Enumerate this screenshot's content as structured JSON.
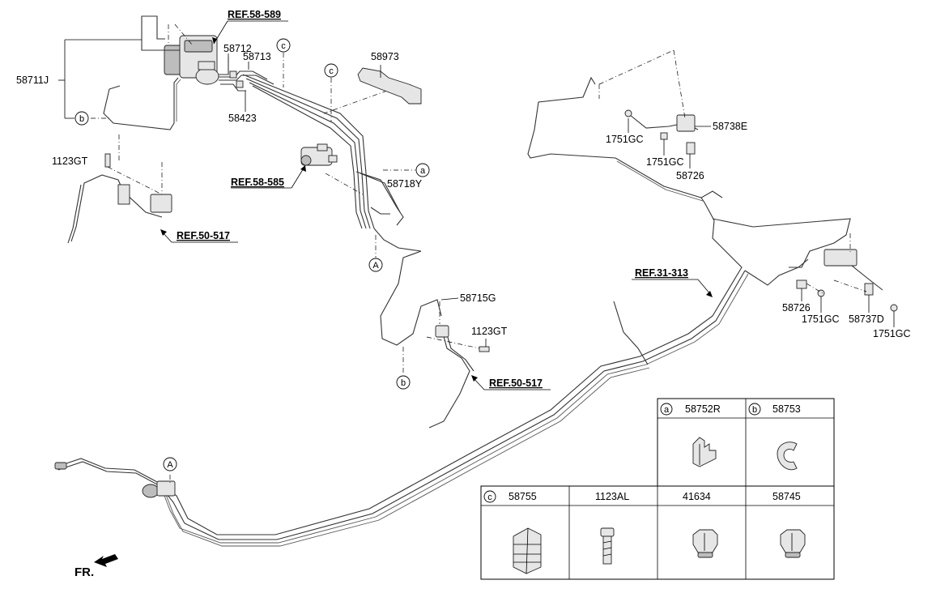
{
  "callouts": {
    "ref_58_589": "REF.58-589",
    "ref_58_585": "REF.58-585",
    "ref_50_517_left": "REF.50-517",
    "ref_50_517_mid": "REF.50-517",
    "ref_31_313": "REF.31-313",
    "p58711J": "58711J",
    "p58712": "58712",
    "p58713": "58713",
    "p58423": "58423",
    "p58973": "58973",
    "p1123GT_left": "1123GT",
    "p1123GT_mid": "1123GT",
    "p58718Y": "58718Y",
    "p58715G": "58715G",
    "p58738E": "58738E",
    "p1751GC_1": "1751GC",
    "p1751GC_2": "1751GC",
    "p1751GC_3": "1751GC",
    "p1751GC_4": "1751GC",
    "p58726_1": "58726",
    "p58726_2": "58726",
    "p58737D": "58737D"
  },
  "markers": {
    "b_left": "b",
    "c_1": "c",
    "c_2": "c",
    "a_right": "a",
    "A_mid": "A",
    "b_mid": "b",
    "A_bottom": "A"
  },
  "front_label": "FR.",
  "legend": {
    "top": [
      {
        "letter": "a",
        "part": "58752R"
      },
      {
        "letter": "b",
        "part": "58753"
      }
    ],
    "bottom_letter": "c",
    "bottom": [
      {
        "part": "58755"
      },
      {
        "part": "1123AL"
      },
      {
        "part": "41634"
      },
      {
        "part": "58745"
      }
    ]
  }
}
